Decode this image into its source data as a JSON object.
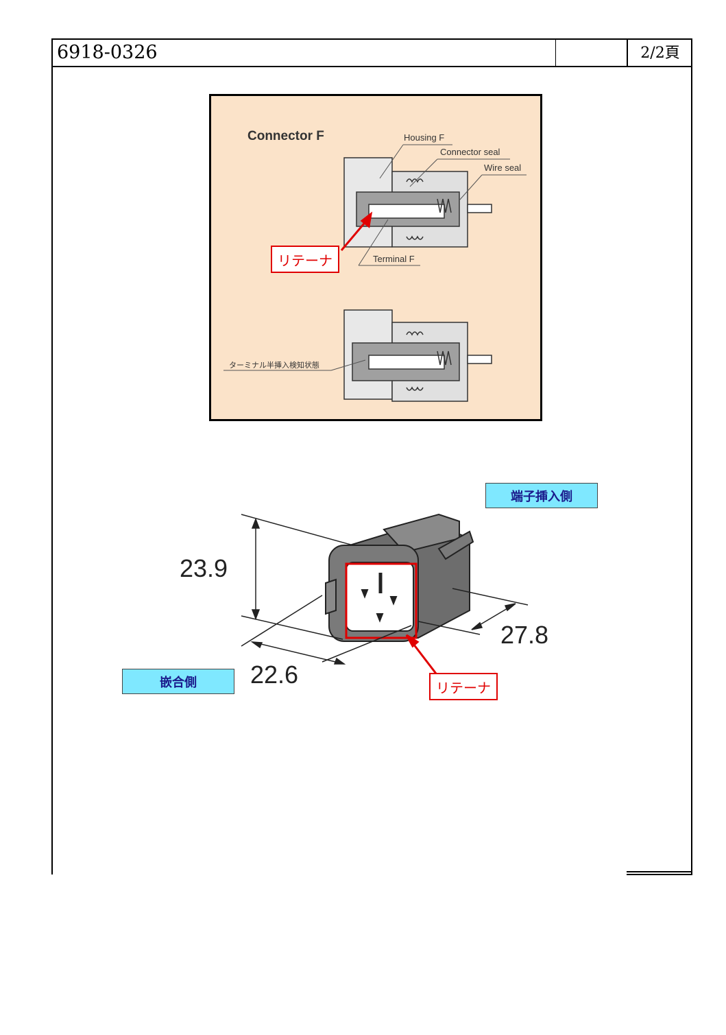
{
  "header": {
    "doc_number": "6918-0326",
    "page": "2/2頁"
  },
  "section_figure": {
    "title": "Connector F",
    "labels": {
      "housing": "Housing F",
      "connector_seal": "Connector seal",
      "wire_seal": "Wire seal",
      "terminal": "Terminal F",
      "half_insert": "ターミナル半挿入検知状態"
    },
    "retainer_label": "リテーナ"
  },
  "iso_figure": {
    "insertion_side_label": "端子挿入側",
    "mating_side_label": "嵌合側",
    "retainer_label": "リテーナ",
    "dimensions": {
      "height": "23.9",
      "depth": "27.8",
      "width": "22.6"
    }
  },
  "colors": {
    "highlight_red": "#e00000",
    "label_cyan": "#7fe8ff",
    "figure_bg": "#fbe3c9"
  }
}
